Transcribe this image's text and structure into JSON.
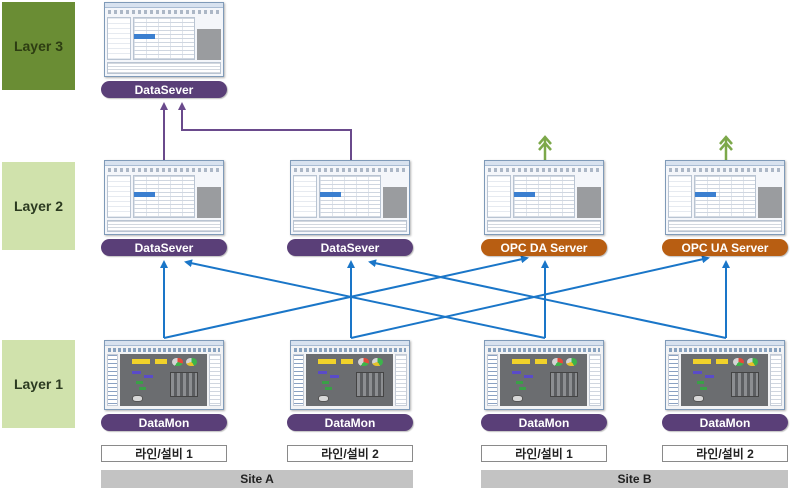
{
  "layers": [
    "Layer 3",
    "Layer 2",
    "Layer 1"
  ],
  "layer3": {
    "server_label": "DataSever"
  },
  "layer2": {
    "nodes": [
      "DataSever",
      "DataSever",
      "OPC DA Server",
      "OPC UA Server"
    ]
  },
  "layer1": {
    "nodes": [
      "DataMon",
      "DataMon",
      "DataMon",
      "DataMon"
    ],
    "equipment": [
      "라인/설비 1",
      "라인/설비 2",
      "라인/설비 1",
      "라인/설비 2"
    ]
  },
  "sites": [
    "Site A",
    "Site B"
  ],
  "colors": {
    "layer3_fill": "#6a8d34",
    "layer_fill": "#d0e2ac",
    "pill_purple": "#5a3f78",
    "pill_orange": "#b85e12",
    "link_blue": "#1a76c8",
    "link_purple": "#6a4a8c",
    "link_green": "#7ca84a"
  }
}
